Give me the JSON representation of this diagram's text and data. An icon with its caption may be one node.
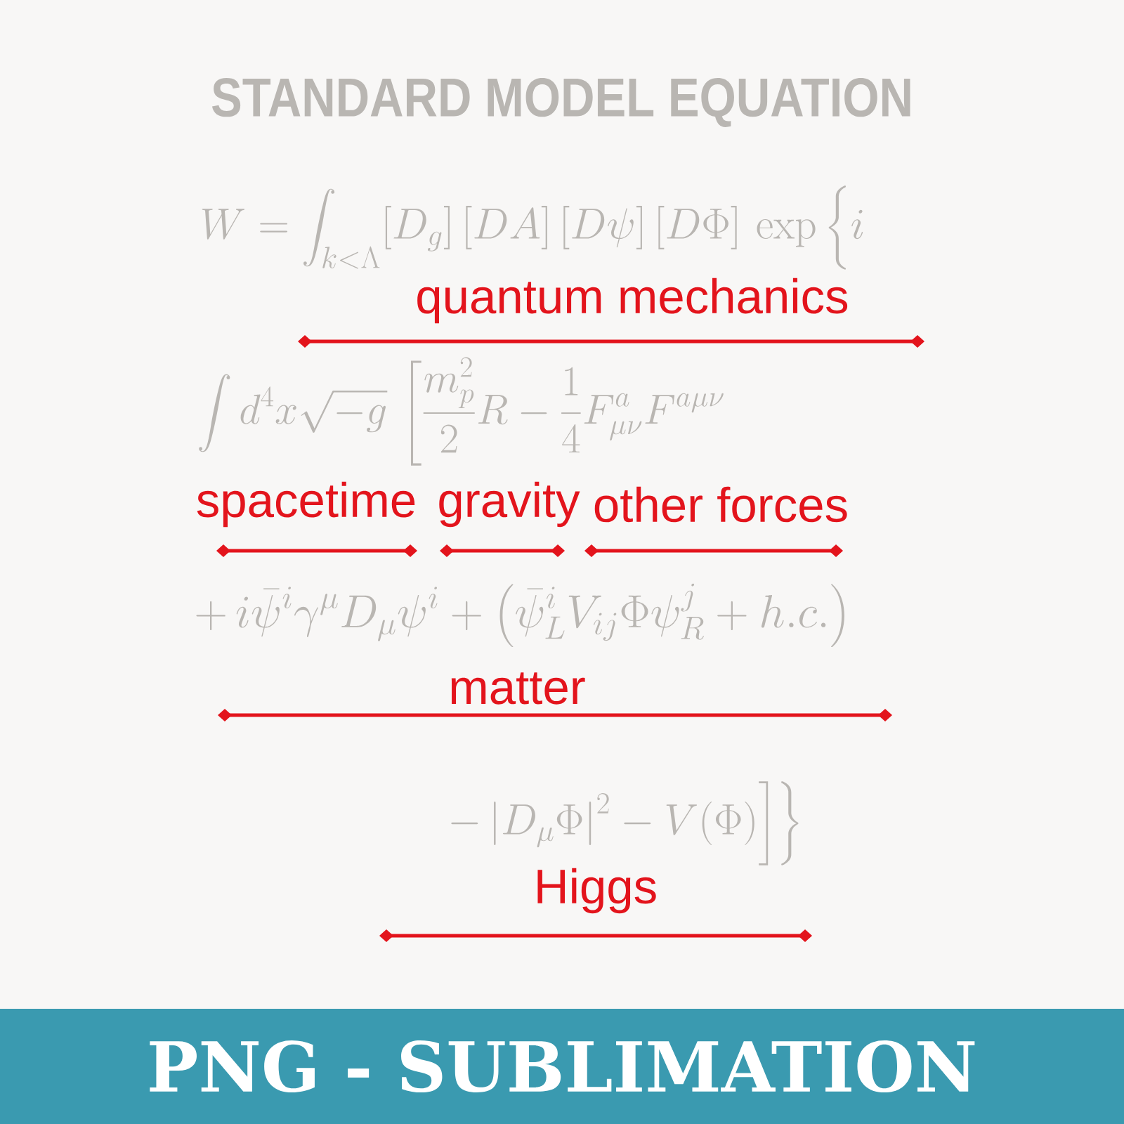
{
  "diagram": {
    "title": "STANDARD MODEL EQUATION",
    "labels": [
      "W = \\int_{k<\\Lambda} [D_g]\\,[DA]\\,[D\\psi]\\,[D\\Phi]\\,\\exp\\left\\{\\vphantom{\\int_{k<\\Lambda}} i\\right.",
      "quantum mechanics",
      "\\int d^4x\\sqrt{-g}\\,\\left[\\frac{m_p^2}{2}R-\\frac{1}{4}F^a_{\\mu\\nu}F^{a\\mu\\nu}\\right.",
      "spacetime",
      "gravity",
      "other forces",
      "+\\,i\\bar{\\psi}^i\\gamma^\\mu D_\\mu\\psi^i+\\left(\\bar{\\psi}^i_L V_{ij}\\Phi\\psi^j_R+h.c.\\right)",
      "matter",
      "\\left.\\left.-\\left|D_\\mu\\Phi\\right|^2-V(\\Phi)\\vphantom{\\int_{k<\\Lambda}}\\right]\\right\\}",
      "Higgs",
      "PNG - SUBLIMATION"
    ]
  }
}
